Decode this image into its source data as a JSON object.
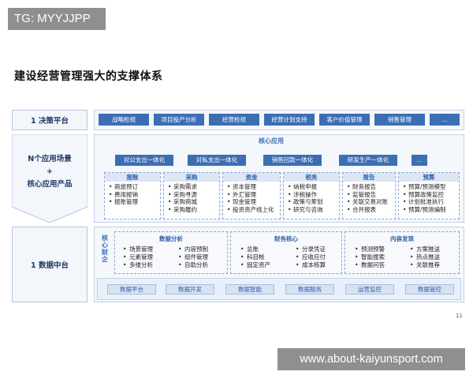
{
  "tag": "TG: MYYJJPP",
  "title": "建设经营管理强大的支撑体系",
  "left_labels": {
    "decision": "1 决策平台",
    "apps_line1": "N个应用场景",
    "apps_line2": "+",
    "apps_line3": "核心应用产品",
    "data": "1 数据中台"
  },
  "decision_items": [
    "战略检视",
    "项目投产分析",
    "经营检视",
    "经营计划支持",
    "客户价值管理",
    "销售管理",
    "…"
  ],
  "core_apps": {
    "title": "核心应用",
    "integrations": [
      "对公支出一体化",
      "对私支出一体化",
      "销售回款一体化",
      "研发生产一体化",
      "…"
    ],
    "cards": [
      {
        "head": "报账",
        "items": [
          "商旅预订",
          "费用报销",
          "报账管理"
        ]
      },
      {
        "head": "采购",
        "items": [
          "采购需求",
          "采购寻源",
          "采购商城",
          "采购履约"
        ]
      },
      {
        "head": "资金",
        "items": [
          "资本管理",
          "外汇管理",
          "现金管理",
          "投资资产线上化"
        ]
      },
      {
        "head": "税务",
        "items": [
          "纳税申报",
          "涉税操作",
          "政策与筹划",
          "研究与咨询"
        ]
      },
      {
        "head": "报告",
        "items": [
          "财务报告",
          "监管报告",
          "关联交易对账",
          "合并报表"
        ]
      },
      {
        "head": "预算",
        "items": [
          "预算/预测模型",
          "预算政策监控",
          "计划批准执行",
          "预算/预测编制"
        ]
      }
    ]
  },
  "data_platform": {
    "side_title": "核心财企",
    "groups": [
      {
        "head": "数据分析",
        "left": [
          "场景管理",
          "元素管理",
          "多维分析"
        ],
        "right": [
          "内容预制",
          "组件管理",
          "自助分析"
        ]
      },
      {
        "head": "财务核心",
        "left": [
          "总账",
          "科目帐",
          "固定资产"
        ],
        "right": [
          "分录凭证",
          "应收应付",
          "成本核算"
        ]
      },
      {
        "head": "内容发现",
        "left": [
          "预测预警",
          "智能搜索",
          "数据问答"
        ],
        "right": [
          "方案推送",
          "热点推送",
          "关联推荐"
        ]
      }
    ],
    "bottom": [
      "数据平台",
      "数据开发",
      "数据智能",
      "数据服务",
      "运营监控",
      "数据管控"
    ]
  },
  "page_number": "11",
  "watermark_url": "www.about-kaiyunsport.com",
  "colors": {
    "primary": "#3c6eb4",
    "light_bg": "#f4f7fc",
    "border": "#c3d0e6",
    "overlay": "#8f8f8f"
  }
}
